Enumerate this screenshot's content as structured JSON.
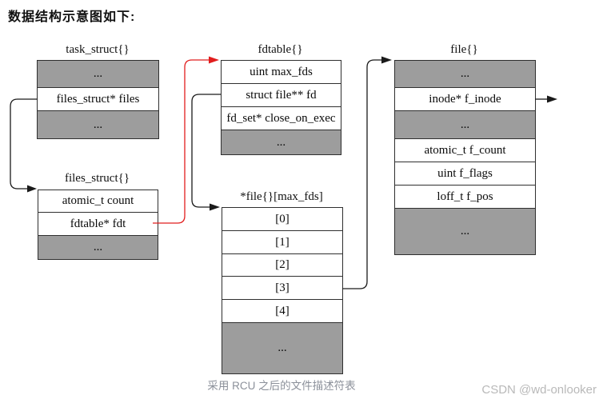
{
  "page": {
    "title": "数据结构示意图如下:",
    "caption": "采用 RCU 之后的文件描述符表",
    "watermark": "CSDN @wd-onlooker"
  },
  "colors": {
    "row_gray": "#9d9d9d",
    "box_border": "#2f2f2f",
    "pointer_black": "#1a1a1a",
    "pointer_red": "#e11d1d",
    "caption_gray": "#8b909a",
    "watermark_gray": "#b9b9b9"
  },
  "structs": {
    "task_struct": {
      "label": "task_struct{}",
      "rows": [
        {
          "text": "...",
          "gray": true
        },
        {
          "text": "files_struct* files",
          "gray": false
        },
        {
          "text": "...",
          "gray": true
        }
      ]
    },
    "files_struct": {
      "label": "files_struct{}",
      "rows": [
        {
          "text": "atomic_t count",
          "gray": false
        },
        {
          "text": "fdtable* fdt",
          "gray": false
        },
        {
          "text": "...",
          "gray": true
        }
      ]
    },
    "fdtable": {
      "label": "fdtable{}",
      "rows": [
        {
          "text": "uint max_fds",
          "gray": false
        },
        {
          "text": "struct file** fd",
          "gray": false
        },
        {
          "text": "fd_set* close_on_exec",
          "gray": false
        },
        {
          "text": "...",
          "gray": true
        }
      ]
    },
    "fd_array": {
      "label": "*file{}[max_fds]",
      "rows": [
        {
          "text": "[0]",
          "gray": false
        },
        {
          "text": "[1]",
          "gray": false
        },
        {
          "text": "[2]",
          "gray": false
        },
        {
          "text": "[3]",
          "gray": false
        },
        {
          "text": "[4]",
          "gray": false
        },
        {
          "text": "...",
          "gray": true
        }
      ]
    },
    "file": {
      "label": "file{}",
      "rows": [
        {
          "text": "...",
          "gray": true
        },
        {
          "text": "inode* f_inode",
          "gray": false
        },
        {
          "text": "...",
          "gray": true
        },
        {
          "text": "atomic_t f_count",
          "gray": false
        },
        {
          "text": "uint f_flags",
          "gray": false
        },
        {
          "text": "loff_t f_pos",
          "gray": false
        },
        {
          "text": "...",
          "gray": true
        }
      ]
    }
  }
}
